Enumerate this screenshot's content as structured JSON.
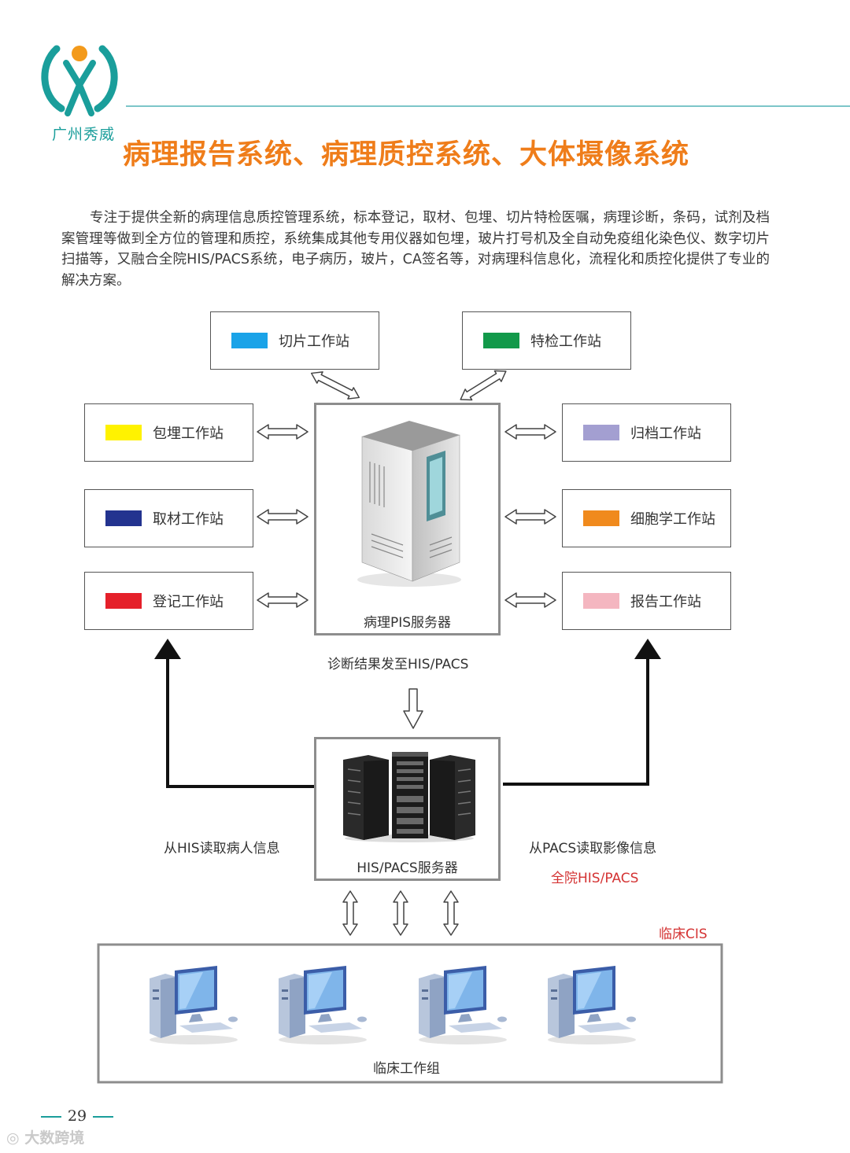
{
  "brand": {
    "name": "广州秀威",
    "teal": "#1a9e9b",
    "orange": "#ef7d1a"
  },
  "page": {
    "title": "病理报告系统、病理质控系统、大体摄像系统",
    "intro": "专注于提供全新的病理信息质控管理系统，标本登记，取材、包埋、切片特检医嘱，病理诊断，条码，试剂及档案管理等做到全方位的管理和质控，系统集成其他专用仪器如包埋，玻片打号机及全自动免疫组化染色仪、数字切片扫描等，又融合全院HIS/PACS系统，电子病历，玻片，CA签名等，对病理科信息化，流程化和质控化提供了专业的解决方案。",
    "page_number": "29",
    "watermark": "大数跨境"
  },
  "diagram": {
    "stations": {
      "slicing": {
        "label": "切片工作站",
        "color": "#1aa3e8"
      },
      "special": {
        "label": "特检工作站",
        "color": "#12994a"
      },
      "embedding": {
        "label": "包埋工作站",
        "color": "#fff200"
      },
      "archive": {
        "label": "归档工作站",
        "color": "#a39fd1"
      },
      "sampling": {
        "label": "取材工作站",
        "color": "#23338f"
      },
      "cytology": {
        "label": "细胞学工作站",
        "color": "#f08a1d"
      },
      "registration": {
        "label": "登记工作站",
        "color": "#e5202a"
      },
      "report": {
        "label": "报告工作站",
        "color": "#f4b6c0"
      }
    },
    "pis_server_label": "病理PIS服务器",
    "his_server_label": "HIS/PACS服务器",
    "send_result_label": "诊断结果发至HIS/PACS",
    "read_his_label": "从HIS读取病人信息",
    "read_pacs_label": "从PACS读取影像信息",
    "hospital_label": "全院HIS/PACS",
    "cis_label": "临床CIS",
    "clinical_group_label": "临床工作组"
  }
}
